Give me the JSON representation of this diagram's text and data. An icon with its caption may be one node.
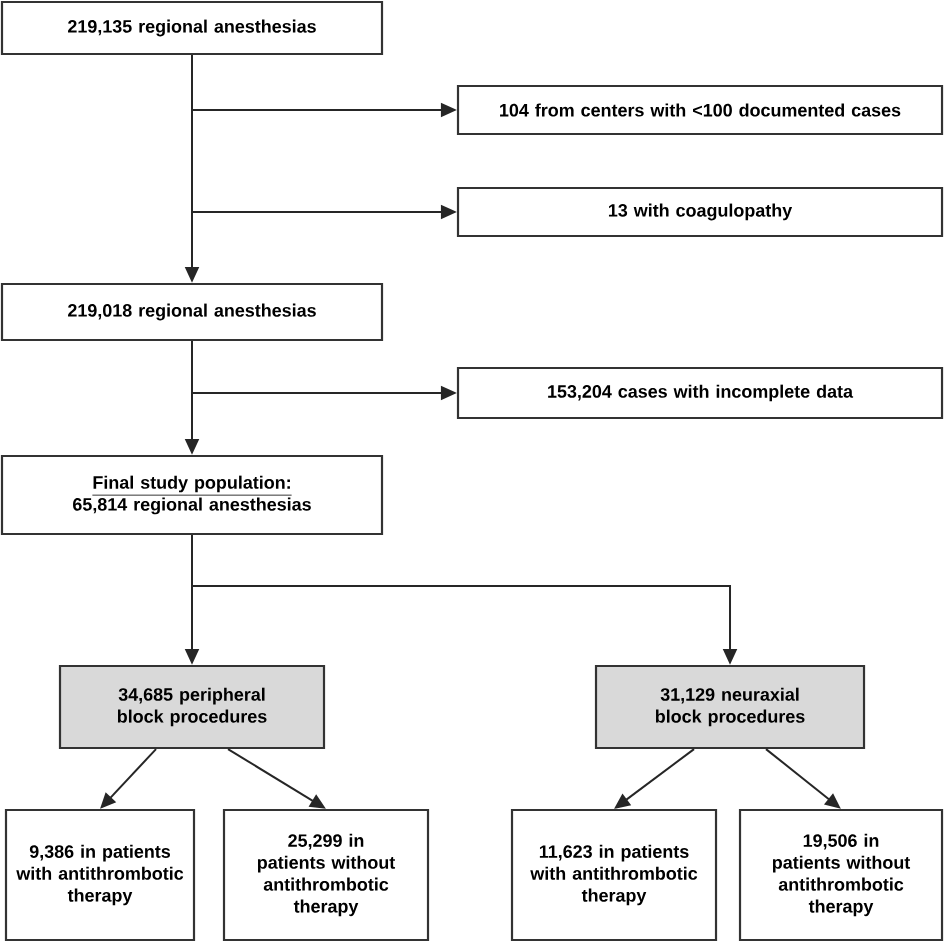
{
  "diagram": {
    "nodes": [
      {
        "text": [
          "219,135 regional anesthesias"
        ]
      },
      {
        "text": [
          "104 from centers with <100 documented cases"
        ]
      },
      {
        "text": [
          "13 with coagulopathy"
        ]
      },
      {
        "text": [
          "219,018 regional anesthesias"
        ]
      },
      {
        "text": [
          "153,204 cases with incomplete data"
        ]
      },
      {
        "text": [
          "Final study population:",
          "65,814 regional anesthesias"
        ]
      },
      {
        "text": [
          "34,685 peripheral block procedures"
        ]
      },
      {
        "text": [
          "31,129 neuraxial block procedures"
        ]
      },
      {
        "text": [
          "9,386 in patients with antithrombotic therapy"
        ]
      },
      {
        "text": [
          "25,299 in patients without antithrombotic therapy"
        ]
      },
      {
        "text": [
          "11,623 in patients with antithrombotic therapy"
        ]
      },
      {
        "text": [
          "19,506 in patients without antithrombotic therapy"
        ]
      }
    ],
    "edges": [
      {
        "from": 0,
        "to": 1,
        "arrow": "to"
      },
      {
        "from": 0,
        "to": 2,
        "arrow": "to"
      },
      {
        "from": 0,
        "to": 3,
        "arrow": "to"
      },
      {
        "from": 3,
        "to": 4,
        "arrow": "to"
      },
      {
        "from": 3,
        "to": 5,
        "arrow": "to"
      },
      {
        "from": 5,
        "to": 6,
        "arrow": "to"
      },
      {
        "from": 5,
        "to": 7,
        "arrow": "to"
      },
      {
        "from": 6,
        "to": 8,
        "arrow": "to"
      },
      {
        "from": 6,
        "to": 9,
        "arrow": "to"
      },
      {
        "from": 7,
        "to": 10,
        "arrow": "to"
      },
      {
        "from": 7,
        "to": 11,
        "arrow": "to"
      }
    ]
  }
}
